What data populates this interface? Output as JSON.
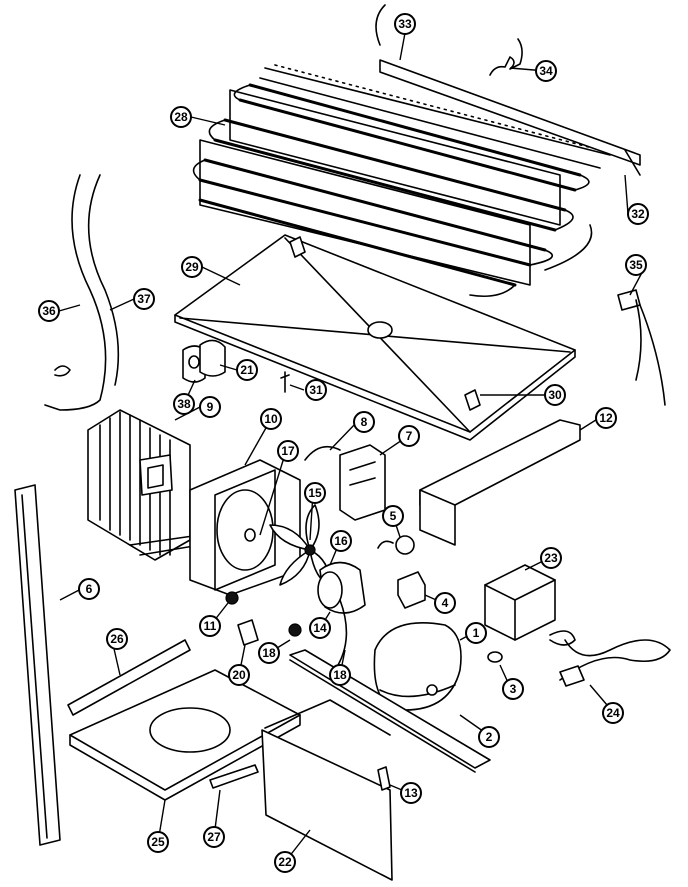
{
  "callouts": [
    "1",
    "2",
    "3",
    "4",
    "5",
    "6",
    "7",
    "8",
    "9",
    "10",
    "11",
    "12",
    "13",
    "14",
    "15",
    "16",
    "17",
    "18",
    "18",
    "20",
    "21",
    "22",
    "23",
    "24",
    "25",
    "26",
    "27",
    "28",
    "29",
    "30",
    "31",
    "32",
    "33",
    "34",
    "35",
    "36",
    "37",
    "38"
  ]
}
